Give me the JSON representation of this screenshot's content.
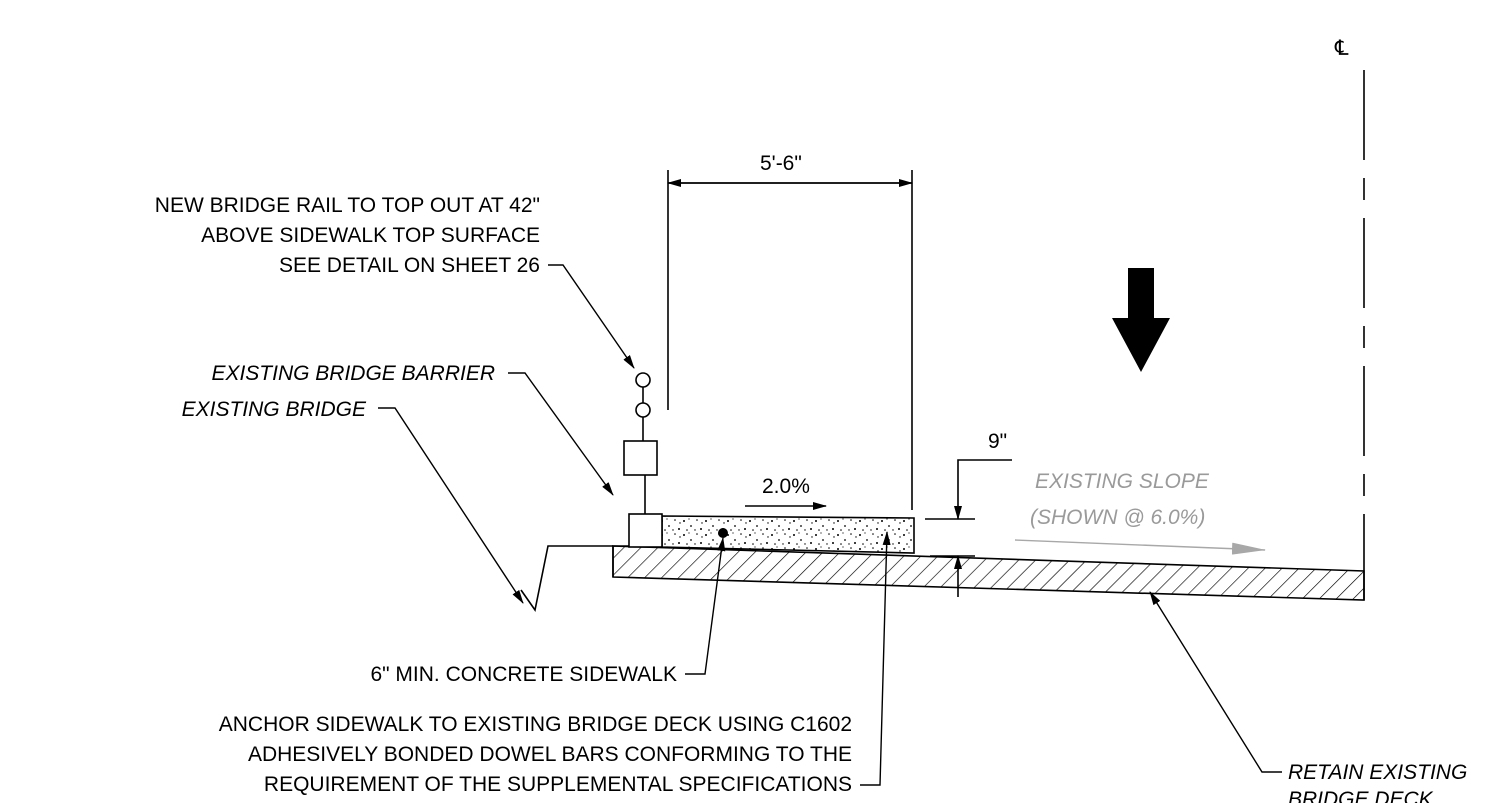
{
  "centerline_symbol": "℄",
  "dimensions": {
    "sidewalk_width": "5'-6\"",
    "depth": "9\""
  },
  "slopes": {
    "sidewalk": "2.0%",
    "existing_line1": "EXISTING SLOPE",
    "existing_line2": "(SHOWN @ 6.0%)"
  },
  "callouts": {
    "rail": [
      "NEW BRIDGE RAIL TO TOP OUT AT 42\"",
      "ABOVE SIDEWALK TOP SURFACE",
      "SEE DETAIL ON SHEET 26"
    ],
    "barrier": "EXISTING BRIDGE BARRIER",
    "bridge": "EXISTING BRIDGE",
    "sidewalk": "6\" MIN. CONCRETE SIDEWALK",
    "anchor": [
      "ANCHOR SIDEWALK TO EXISTING BRIDGE DECK USING C1602",
      "ADHESIVELY BONDED DOWEL BARS CONFORMING TO THE",
      "REQUIREMENT OF THE SUPPLEMENTAL SPECIFICATIONS"
    ],
    "retain": [
      "RETAIN EXISTING",
      "BRIDGE DECK"
    ]
  },
  "colors": {
    "line": "#000000",
    "slope_text": "#9a9a9a"
  }
}
